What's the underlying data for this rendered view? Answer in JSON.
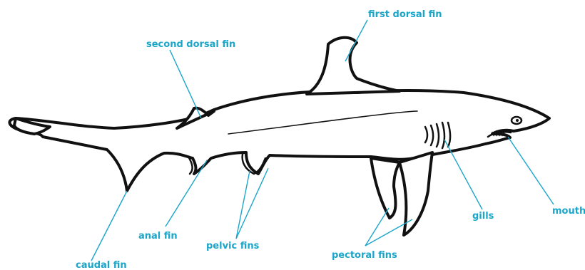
{
  "labels": {
    "first_dorsal_fin": "first dorsal fin",
    "second_dorsal_fin": "second dorsal fin",
    "gills": "gills",
    "mouth": "mouth",
    "anal_fin": "anal fin",
    "pelvic_fins": "pelvic fins",
    "pectoral_fins": "pectoral fins",
    "caudal_fin": "caudal fin"
  },
  "colors": {
    "label": "#1ba6c9",
    "outline": "#111111",
    "background": "#ffffff"
  }
}
